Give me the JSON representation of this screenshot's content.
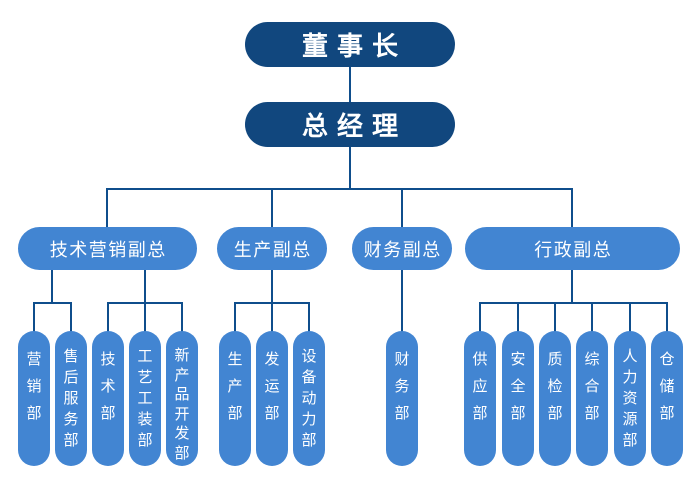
{
  "colors": {
    "executive_fill": "#11477E",
    "manager_fill": "#4285D2",
    "connector": "#0F4E8C",
    "label_text": "#FFFFFF",
    "background": "#FFFFFF"
  },
  "nodes": {
    "chairman": "董事长",
    "general_manager": "总经理",
    "vp_tech_marketing": "技术营销副总",
    "vp_production": "生产副总",
    "vp_finance": "财务副总",
    "vp_admin": "行政副总",
    "dept_marketing": "营销部",
    "dept_after_sales": "售后服务部",
    "dept_technology": "技术部",
    "dept_process_tooling": "工艺工装部",
    "dept_new_product_dev": "新产品开发部",
    "dept_production": "生产部",
    "dept_shipping": "发运部",
    "dept_equipment_power": "设备动力部",
    "dept_finance": "财务部",
    "dept_supply": "供应部",
    "dept_safety": "安全部",
    "dept_quality": "质检部",
    "dept_general_affairs": "综合部",
    "dept_human_resources": "人力资源部",
    "dept_warehouse": "仓储部"
  },
  "structure": {
    "chairman_reports": [
      "general_manager"
    ],
    "general_manager_reports": [
      "vp_tech_marketing",
      "vp_production",
      "vp_finance",
      "vp_admin"
    ],
    "vp_tech_marketing_reports": [
      "dept_marketing",
      "dept_after_sales",
      "dept_technology",
      "dept_process_tooling",
      "dept_new_product_dev"
    ],
    "vp_production_reports": [
      "dept_production",
      "dept_shipping",
      "dept_equipment_power"
    ],
    "vp_finance_reports": [
      "dept_finance"
    ],
    "vp_admin_reports": [
      "dept_supply",
      "dept_safety",
      "dept_quality",
      "dept_general_affairs",
      "dept_human_resources",
      "dept_warehouse"
    ]
  }
}
